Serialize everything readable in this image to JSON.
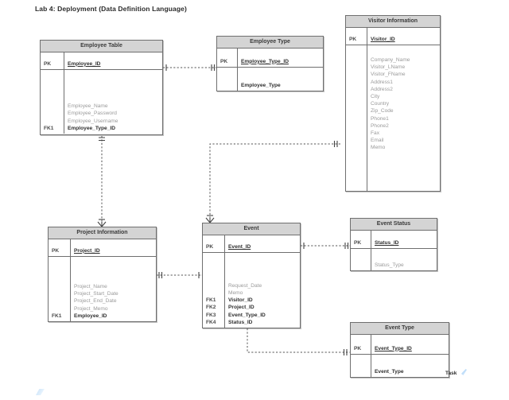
{
  "page": {
    "title": "Lab 4: Deployment (Data Definition Language)",
    "task_label": "Task",
    "background_color": "#ffffff",
    "header_fill": "#d4d4d4",
    "border_color": "#6f6f6f",
    "attribute_color": "#9a9a9a",
    "key_text_color": "#2f2f2f"
  },
  "entities": {
    "employee_table": {
      "title": "Employee Table",
      "pk_keys": [
        "PK"
      ],
      "pk_attrs": [
        "Employee_ID"
      ],
      "keys": [
        "",
        "",
        "",
        "FK1"
      ],
      "attrs": [
        "Employee_Name",
        "Employee_Password",
        "Employee_Username",
        "Employee_Type_ID"
      ],
      "fk_flags": [
        false,
        false,
        false,
        true
      ]
    },
    "employee_type": {
      "title": "Employee Type",
      "pk_keys": [
        "PK"
      ],
      "pk_attrs": [
        "Employee_Type_ID"
      ],
      "keys": [
        ""
      ],
      "attrs": [
        "Employee_Type"
      ],
      "fk_flags": [
        true
      ]
    },
    "visitor_information": {
      "title": "Visitor Information",
      "pk_keys": [
        "PK"
      ],
      "pk_attrs": [
        "Visitor_ID"
      ],
      "keys": [
        "",
        "",
        "",
        "",
        "",
        "",
        "",
        "",
        "",
        "",
        "",
        "",
        ""
      ],
      "attrs": [
        "Company_Name",
        "Visitor_LName",
        "Visitor_FName",
        "Address1",
        "Address2",
        "City",
        "Country",
        "Zip_Code",
        "Phone1",
        "Phone2",
        "Fax",
        "Email",
        "Memo"
      ],
      "fk_flags": [
        false,
        false,
        false,
        false,
        false,
        false,
        false,
        false,
        false,
        false,
        false,
        false,
        false
      ]
    },
    "project_information": {
      "title": "Project Information",
      "pk_keys": [
        "PK"
      ],
      "pk_attrs": [
        "Project_ID"
      ],
      "keys": [
        "",
        "",
        "",
        "",
        "FK1"
      ],
      "attrs": [
        "Project_Name",
        "Project_Start_Date",
        "Project_End_Date",
        "Project_Memo",
        "Employee_ID"
      ],
      "fk_flags": [
        false,
        false,
        false,
        false,
        true
      ]
    },
    "event": {
      "title": "Event",
      "pk_keys": [
        "PK"
      ],
      "pk_attrs": [
        "Event_ID"
      ],
      "keys": [
        "",
        "",
        "FK1",
        "FK2",
        "FK3",
        "FK4"
      ],
      "attrs": [
        "Request_Date",
        "Memo",
        "Visitor_ID",
        "Project_ID",
        "Event_Type_ID",
        "Status_ID"
      ],
      "fk_flags": [
        false,
        false,
        true,
        true,
        true,
        true
      ]
    },
    "event_status": {
      "title": "Event Status",
      "pk_keys": [
        "PK"
      ],
      "pk_attrs": [
        "Status_ID"
      ],
      "keys": [
        ""
      ],
      "attrs": [
        "Status_Type"
      ],
      "fk_flags": [
        false
      ]
    },
    "event_type": {
      "title": "Event Type",
      "pk_keys": [
        "PK"
      ],
      "pk_attrs": [
        "Event_Type_ID"
      ],
      "keys": [
        ""
      ],
      "attrs": [
        "Event_Type"
      ],
      "fk_flags": [
        false
      ]
    }
  },
  "relationships": [
    {
      "name": "employee-to-employee-type",
      "from": "employee_table",
      "to": "employee_type",
      "style": "non-identifying-dashed"
    },
    {
      "name": "employee-to-project-information",
      "from": "employee_table",
      "to": "project_information",
      "style": "non-identifying-dashed"
    },
    {
      "name": "project-information-to-event",
      "from": "project_information",
      "to": "event",
      "style": "non-identifying-dashed"
    },
    {
      "name": "visitor-information-to-event",
      "from": "visitor_information",
      "to": "event",
      "style": "non-identifying-dashed"
    },
    {
      "name": "event-to-event-status",
      "from": "event",
      "to": "event_status",
      "style": "non-identifying-dashed"
    },
    {
      "name": "event-to-event-type",
      "from": "event",
      "to": "event_type",
      "style": "non-identifying-dashed"
    }
  ]
}
